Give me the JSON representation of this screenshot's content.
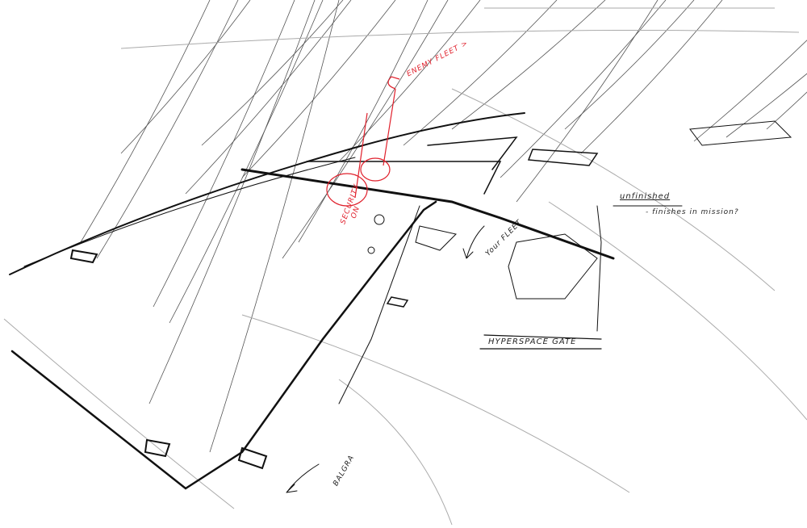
{
  "sketch": {
    "annotations": {
      "enemy_fleet": "ENEMY FLEET >",
      "security": "SECURITY",
      "security_on": "ON",
      "unfinished": "unfinished",
      "finishes_in_mission": "- finishes in mission?",
      "your_fleet": "Your FLEET",
      "hyperspace_gate": "HYPERSPACE GATE",
      "balgra": "BALGRA"
    },
    "colors": {
      "ink": "#1a1a1a",
      "pencil": "#9a9a9a",
      "red_pen": "#e0202c"
    }
  }
}
